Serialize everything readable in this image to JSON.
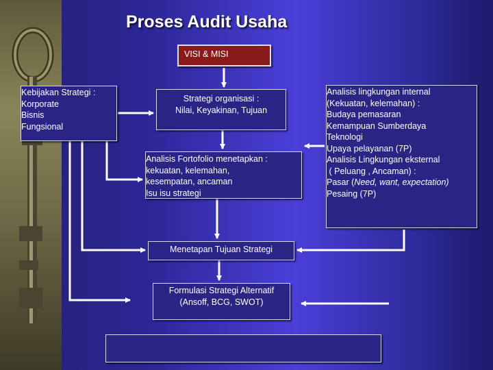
{
  "title": "Proses Audit Usaha",
  "nodes": {
    "visi": "VISI & MISI",
    "kebijakan": [
      "Kebijakan Strategi :",
      "Korporate",
      "Bisnis",
      "Fungsional"
    ],
    "strategi": [
      "Strategi organisasi :",
      "Nilai, Keyakinan, Tujuan"
    ],
    "fortofolio": [
      "Analisis Fortofolio menetapkan :",
      "kekuatan, kelemahan,",
      "kesempatan, ancaman",
      "Isu isu strategi"
    ],
    "tujuan": "Menetapan Tujuan Strategi",
    "formulasi": [
      "Formulasi Strategi Alternatif",
      "(Ansoff, BCG, SWOT)"
    ],
    "internal": {
      "l1": "Analisis lingkungan internal",
      "l2": "(Kekuatan, kelemahan) :",
      "l3": "Budaya pemasaran",
      "l4": "Kemampuan Sumberdaya",
      "l5": "Teknologi",
      "l6": "Upaya pelayanan (7P)",
      "l7": "Analisis Lingkungan eksternal",
      "l8": " ( Peluang , Ancaman) :",
      "l9_pre": "Pasar (",
      "l9_em": "Need, want, expectation)",
      "l10": "Pesaing (7P)"
    }
  },
  "colors": {
    "background": "#3a33c0",
    "box": "#2a2484",
    "visi_box": "#8a1a1a",
    "connector": "#ffffff"
  }
}
